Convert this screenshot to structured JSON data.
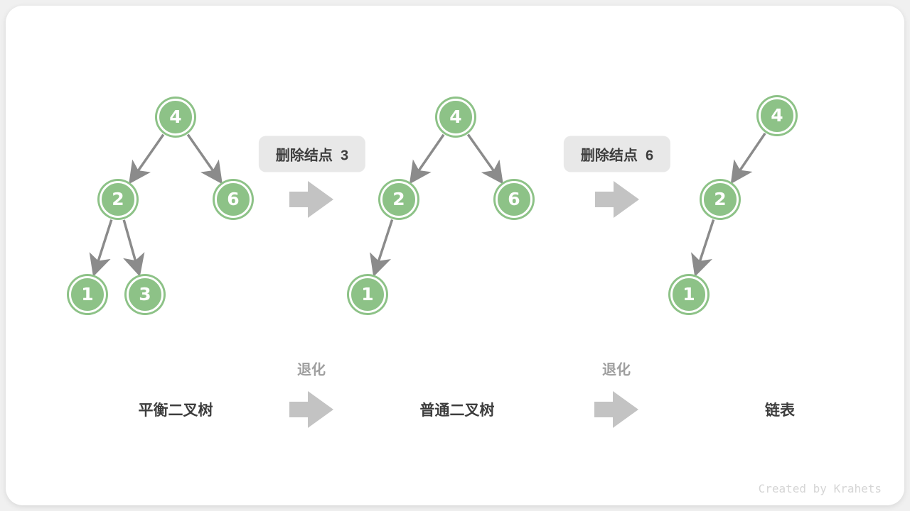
{
  "title": "binary tree degradation diagram",
  "colors": {
    "canvas_bg": "#f0f0f0",
    "card_bg": "#ffffff",
    "node_green": "#8dc287",
    "node_text": "#ffffff",
    "edge_gray": "#8b8b8b",
    "big_arrow_gray": "#c3c3c3",
    "step_label_bg": "#e8e8e8",
    "dark_text": "#3d3d3d",
    "muted_text": "#9f9f9f",
    "watermark_text": "#d5d5d5"
  },
  "trees": [
    {
      "name": "平衡二叉树",
      "nodes": [
        {
          "value": "4"
        },
        {
          "value": "2"
        },
        {
          "value": "6"
        },
        {
          "value": "1"
        },
        {
          "value": "3"
        }
      ],
      "edges": [
        {
          "from": "4",
          "to": "2"
        },
        {
          "from": "4",
          "to": "6"
        },
        {
          "from": "2",
          "to": "1"
        },
        {
          "from": "2",
          "to": "3"
        }
      ]
    },
    {
      "name": "普通二叉树",
      "nodes": [
        {
          "value": "4"
        },
        {
          "value": "2"
        },
        {
          "value": "6"
        },
        {
          "value": "1"
        }
      ],
      "edges": [
        {
          "from": "4",
          "to": "2"
        },
        {
          "from": "4",
          "to": "6"
        },
        {
          "from": "2",
          "to": "1"
        }
      ]
    },
    {
      "name": "链表",
      "nodes": [
        {
          "value": "4"
        },
        {
          "value": "2"
        },
        {
          "value": "1"
        }
      ],
      "edges": [
        {
          "from": "4",
          "to": "2"
        },
        {
          "from": "2",
          "to": "1"
        }
      ]
    }
  ],
  "step_labels": [
    {
      "text": "删除结点  3"
    },
    {
      "text": "删除结点  6"
    }
  ],
  "degenerate_labels": [
    {
      "text": "退化"
    },
    {
      "text": "退化"
    }
  ],
  "watermark": "Created by Krahets"
}
